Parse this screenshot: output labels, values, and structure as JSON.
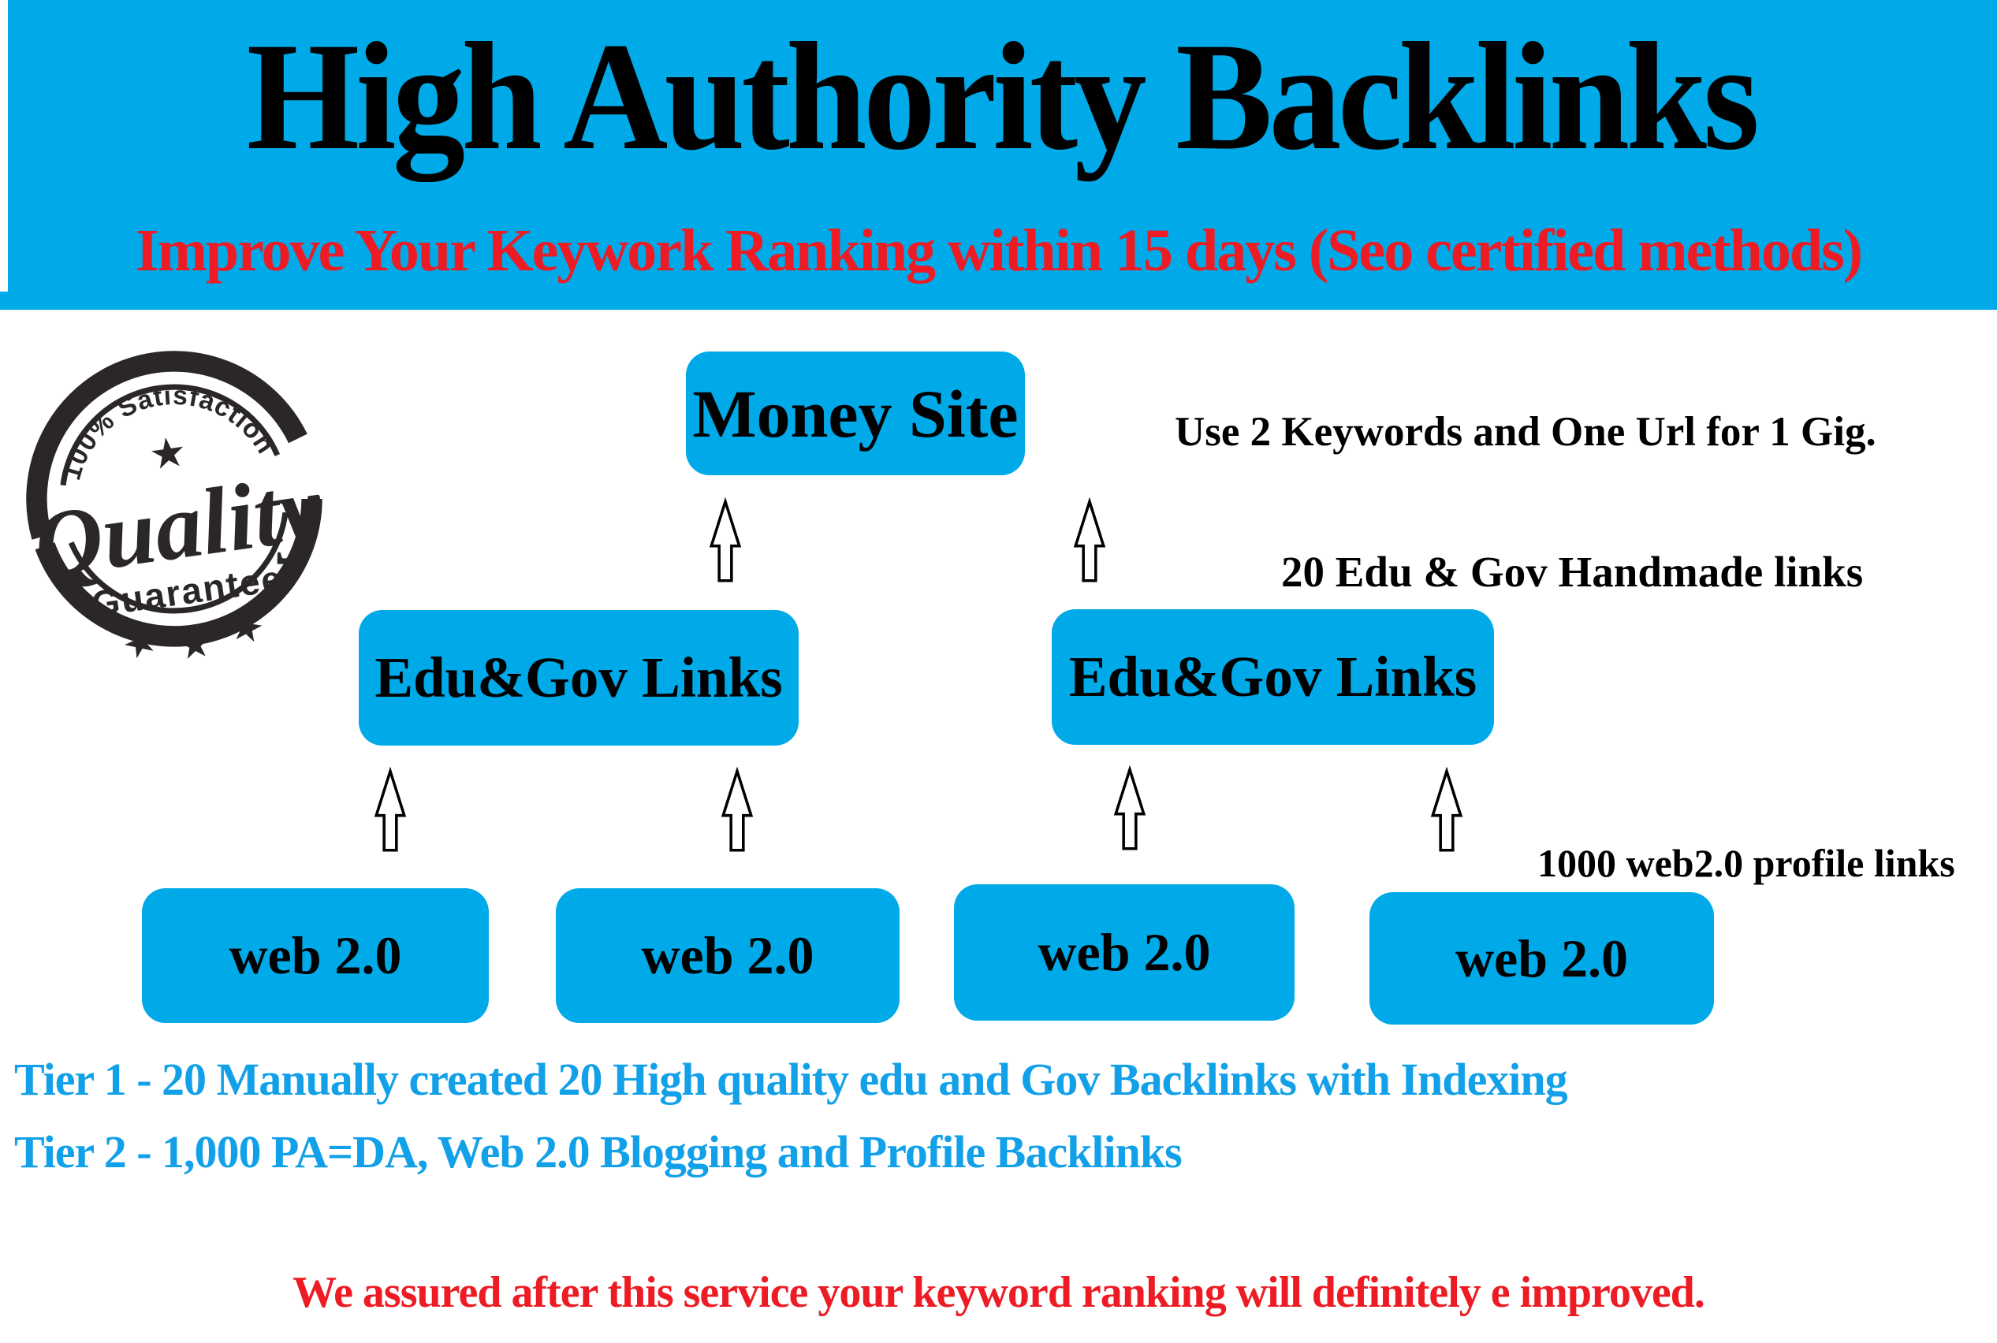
{
  "colors": {
    "accent_cyan": "#00A9E8",
    "tier_text_blue": "#12A0E8",
    "alert_red": "#ED1C24",
    "badge_ink": "#2B2728",
    "background": "#FFFFFF",
    "text_black": "#000000"
  },
  "header": {
    "title": "High Authority Backlinks",
    "subtitle": "Improve Your Keywork Ranking within 15 days (Seo certified methods)"
  },
  "badge": {
    "arc_text": "100% Satisfaction",
    "word_main": "Quality",
    "word_sub": "Guarantee",
    "star_glyph": "★"
  },
  "diagram": {
    "money_site": {
      "label": "Money Site"
    },
    "edu_gov_left": {
      "label": "Edu&Gov Links"
    },
    "edu_gov_right": {
      "label": "Edu&Gov Links"
    },
    "web20": [
      "web 2.0",
      "web 2.0",
      "web 2.0",
      "web 2.0"
    ],
    "annotations": {
      "keywords_note": "Use 2 Keywords and One Url for 1 Gig.",
      "edu_gov_note": "20 Edu & Gov Handmade links",
      "web20_note": "1000 web2.0 profile links"
    }
  },
  "tiers": {
    "tier1": "Tier 1 - 20 Manually created 20 High quality edu and Gov Backlinks with Indexing",
    "tier2": "Tier 2 - 1,000 PA=DA, Web 2.0 Blogging and Profile Backlinks"
  },
  "footer": {
    "assurance": "We assured after this service your keyword ranking will definitely e improved."
  }
}
